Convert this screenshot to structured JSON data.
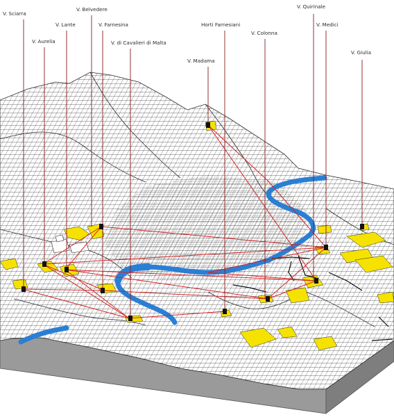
{
  "diagram": {
    "villas": [
      {
        "id": "sciarra",
        "label": "V. Sciarra"
      },
      {
        "id": "belvedere",
        "label": "V. Belvedere"
      },
      {
        "id": "lante",
        "label": "V. Lante"
      },
      {
        "id": "farnesina",
        "label": "V. Farnesina"
      },
      {
        "id": "aurelia",
        "label": "V. Aurelia"
      },
      {
        "id": "cavalieri",
        "label": "V. di Cavalieri di Malta"
      },
      {
        "id": "madama",
        "label": "V. Madama"
      },
      {
        "id": "orti",
        "label": "Horti Farnesiani"
      },
      {
        "id": "colonna",
        "label": "V. Colonna"
      },
      {
        "id": "quirinale",
        "label": "V. Quirinale"
      },
      {
        "id": "medici",
        "label": "V. Medici"
      },
      {
        "id": "giulia",
        "label": "V. Giulia"
      }
    ],
    "colors": {
      "sight_line": "#d2262a",
      "leader_line": "#8b1a1a",
      "river": "#2a7fd4",
      "villa_area": "#f5e200",
      "terrain_mesh": "#2b2b2b",
      "block_side": "#8c8c8c",
      "block_front": "#9e9e9e"
    }
  }
}
